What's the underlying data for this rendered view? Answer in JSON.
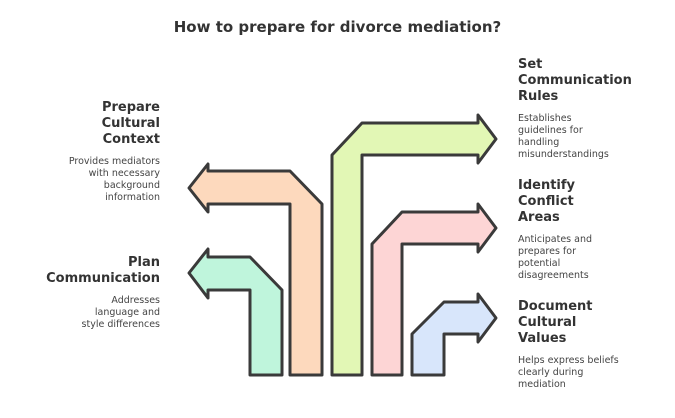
{
  "title": "How to prepare for divorce mediation?",
  "steps": [
    {
      "heading": [
        "Prepare",
        "Cultural",
        "Context"
      ],
      "description": [
        "Provides mediators",
        "with necessary",
        "background",
        "information"
      ],
      "color": "#fdd9bd"
    },
    {
      "heading": [
        "Plan",
        "Communication"
      ],
      "description": [
        "Addresses",
        "language and",
        "style differences"
      ],
      "color": "#bff5dc"
    },
    {
      "heading": [
        "Set",
        "Communication",
        "Rules"
      ],
      "description": [
        "Establishes",
        "guidelines for",
        "handling",
        "misunderstandings"
      ],
      "color": "#e2f7b5"
    },
    {
      "heading": [
        "Identify",
        "Conflict",
        "Areas"
      ],
      "description": [
        "Anticipates and",
        "prepares for",
        "potential",
        "disagreements"
      ],
      "color": "#fdd5d5"
    },
    {
      "heading": [
        "Document",
        "Cultural",
        "Values"
      ],
      "description": [
        "Helps express beliefs",
        "clearly during",
        "mediation"
      ],
      "color": "#d8e6fb"
    }
  ]
}
